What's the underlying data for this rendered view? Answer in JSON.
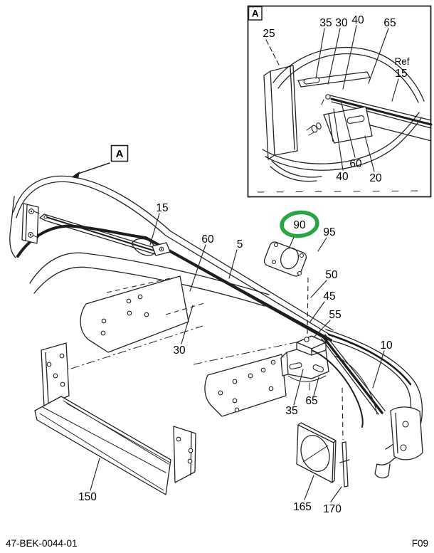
{
  "page": {
    "doc_number": "47-BEK-0044-01",
    "figure_code": "F09"
  },
  "colors": {
    "highlight": "#28a644",
    "line": "#232323"
  },
  "detail_view": {
    "label": "A",
    "callouts": {
      "c25": "25",
      "c35": "35",
      "c30": "30",
      "c40_top": "40",
      "c65": "65",
      "ref_label": "Ref",
      "c15_ref": "15",
      "c40_bottom": "40",
      "c60": "60",
      "c20": "20"
    }
  },
  "main_view": {
    "label": "A",
    "highlighted_part": "90",
    "callouts": {
      "c15": "15",
      "c60": "60",
      "c5": "5",
      "c30": "30",
      "c90": "90",
      "c95": "95",
      "c50": "50",
      "c45": "45",
      "c55": "55",
      "c10": "10",
      "c35": "35",
      "c65": "65",
      "c150": "150",
      "c165": "165",
      "c170": "170"
    }
  }
}
